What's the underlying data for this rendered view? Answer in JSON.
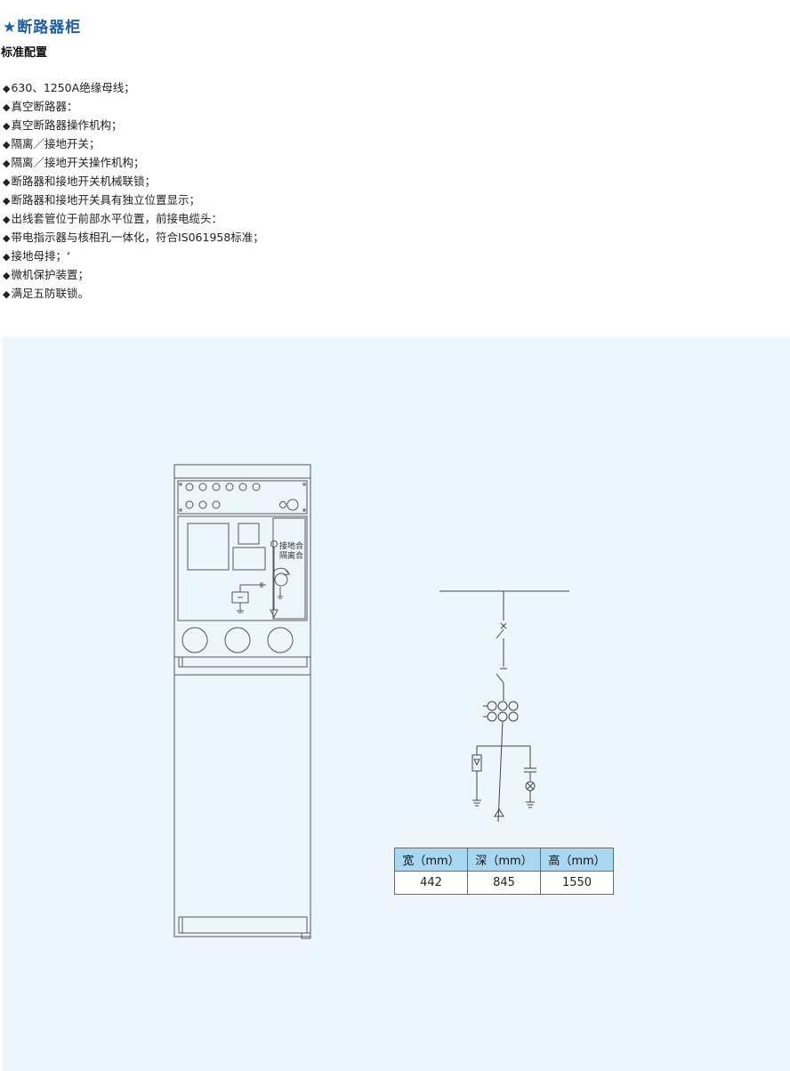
{
  "page": {
    "title": "★断路器柜",
    "subtitle": "标准配置"
  },
  "features": {
    "bullet": "◆",
    "items": [
      "630、1250A绝缘母线；",
      "真空断路器：",
      "真空断路器操作机构；",
      "隔离／接地开关；",
      "隔离／接地开关操作机构；",
      "断路器和接地开关机械联锁；",
      "断路器和接地开关具有独立位置显示；",
      "出线套管位于前部水平位置，前接电缆头：",
      "带电指示器与核相孔一体化，符合IS061958标准；",
      "接地母排；‘",
      "微机保护装置；",
      "满足五防联锁。"
    ]
  },
  "drawing": {
    "label_earth": "接地合",
    "label_isolate": "隔离合"
  },
  "dimensions": {
    "headers": [
      "宽（mm）",
      "深（mm）",
      "高（mm）"
    ],
    "values": [
      "442",
      "845",
      "1550"
    ]
  },
  "colors": {
    "title_blue": "#1f5fa8",
    "panel_bg": "#edf6fd",
    "table_header_bg": "#a9d7f2",
    "line": "#555555"
  }
}
